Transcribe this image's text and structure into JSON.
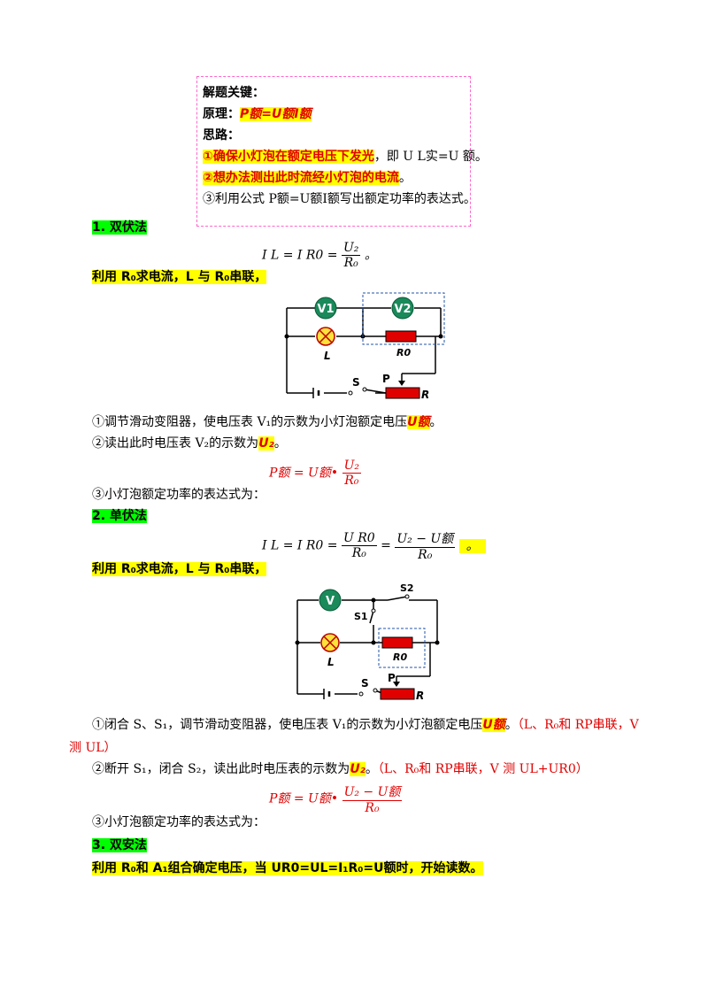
{
  "key_box": {
    "title": "解题关键：",
    "principle_label": "原理：",
    "principle_formula": "P额=U额I额",
    "idea_label": "思路：",
    "step1_highlight": "①确保小灯泡在额定电压下发光",
    "step1_rest": "，即 U L实=U 额。",
    "step2_highlight": "②想办法测出此时流经小灯泡的电流",
    "step2_rest": "。",
    "step3": "③利用公式 P额=U额I额写出额定功率的表达式。"
  },
  "section1": {
    "heading": "1. 双伏法",
    "intro": "利用 R₀求电流，L 与 R₀串联，",
    "formula_lhs": "I L = I R0 =",
    "formula_num": "U₂",
    "formula_den": "R₀",
    "formula_end": "。",
    "circuit": {
      "v1": "V1",
      "v2": "V2",
      "lamp": "L",
      "r0": "R0",
      "switch": "S",
      "slider": "P",
      "rheostat": "R"
    },
    "step1_text": "①调节滑动变阻器，使电压表 V₁的示数为小灯泡额定电压",
    "step1_hl": "U额",
    "step1_end": "。",
    "step2_text": "②读出此时电压表 V₂的示数为",
    "step2_hl": "U₂",
    "step2_end": "。",
    "result_lhs": "P额 = U额•",
    "result_num": "U₂",
    "result_den": "R₀",
    "step3_text": "③小灯泡额定功率的表达式为："
  },
  "section2": {
    "heading": "2. 单伏法",
    "intro": "利用 R₀求电流，L 与 R₀串联，",
    "formula_lhs": "I L = I R0 =",
    "formula_num1": "U R0",
    "formula_den1": "R₀",
    "formula_num2": "U₂ − U额",
    "formula_den2": "R₀",
    "formula_end": "。",
    "circuit": {
      "v": "V",
      "s1": "S1",
      "s2": "S2",
      "lamp": "L",
      "r0": "R0",
      "switch": "S",
      "slider": "P",
      "rheostat": "R"
    },
    "step1_text": "①闭合 S、S₁，调节滑动变阻器，使电压表 V₁的示数为小灯泡额定电压",
    "step1_hl": "U额",
    "step1_end": "。",
    "step1_note": "（L、R₀和 RP串联，V",
    "step1_note2": "测 UL）",
    "step2_text": "②断开 S₁，闭合 S₂，读出此时电压表的示数为",
    "step2_hl": "U₂",
    "step2_end": "。",
    "step2_note": "（L、R₀和 RP串联，V 测 UL+UR0）",
    "result_lhs": "P额 = U额•",
    "result_num": "U₂ − U额",
    "result_den": "R₀",
    "step3_text": "③小灯泡额定功率的表达式为："
  },
  "section3": {
    "heading": "3. 双安法",
    "intro": "利用 R₀和 A₁组合确定电压，当 UR0=UL=I₁R₀=U额时，开始读数。"
  },
  "colors": {
    "highlight": "#ffff00",
    "heading_bg": "#00ff00",
    "red": "#e00000",
    "meter": "#1a8a5a",
    "resistor": "#e00000",
    "box_border": "#ff66cc",
    "dash_blue": "#2255aa"
  }
}
